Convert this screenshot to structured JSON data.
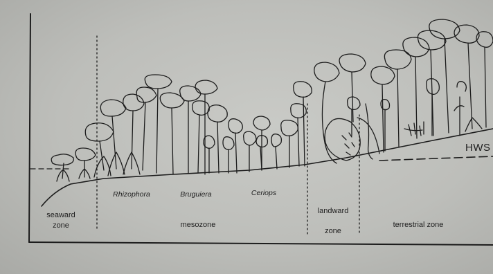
{
  "species": {
    "rhizophora": "Rhizophora",
    "bruguiera": "Bruguiera",
    "ceriops": "Ceriops"
  },
  "zones": {
    "seaward": [
      "seaward",
      "zone"
    ],
    "mesozone": "mesozone",
    "landward": [
      "landward",
      "zone"
    ],
    "terrestrial": "terrestrial zone"
  },
  "water_level_label": "HWS"
}
